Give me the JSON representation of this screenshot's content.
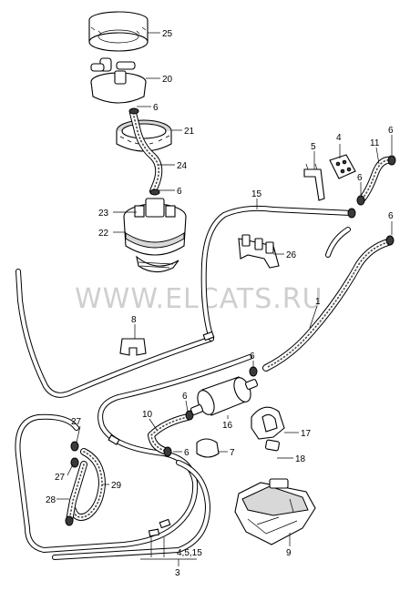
{
  "watermark": "WWW.ELCATS.RU",
  "labels": {
    "p25": "25",
    "p20": "20",
    "p6a": "6",
    "p21": "21",
    "p24": "24",
    "p6b": "6",
    "p23": "23",
    "p22": "22",
    "p5": "5",
    "p4": "4",
    "p11": "11",
    "p6c": "6",
    "p6d": "6",
    "p15": "15",
    "p6e": "6",
    "p26": "26",
    "p1": "1",
    "p8": "8",
    "p6f": "6",
    "p6g": "6",
    "p16": "16",
    "p10": "10",
    "p17": "17",
    "p7": "7",
    "p6h": "6",
    "p18": "18",
    "p27a": "27",
    "p27b": "27",
    "p29": "29",
    "p28": "28",
    "p9": "9",
    "p4515": "4,5,15",
    "p3": "3"
  }
}
